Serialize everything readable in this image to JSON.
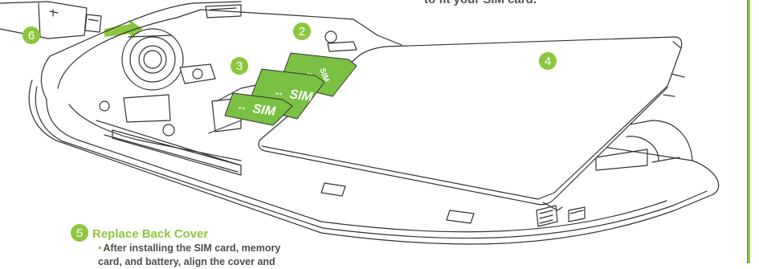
{
  "instructions": {
    "top_partial_text": "to fit your SIM card.",
    "badges": [
      "2",
      "3",
      "4",
      "5",
      "6"
    ],
    "section_heading": "Replace Back Cover",
    "bullet_text": "After installing the SIM card, memory card, and battery, align the cover and"
  },
  "sim_labels": [
    "SIM",
    "SIM",
    "SIM"
  ],
  "colors": {
    "accent_green": "#8cc63f",
    "sim_card_green": "#7ac143",
    "text_gray": "#4d4d4d"
  }
}
